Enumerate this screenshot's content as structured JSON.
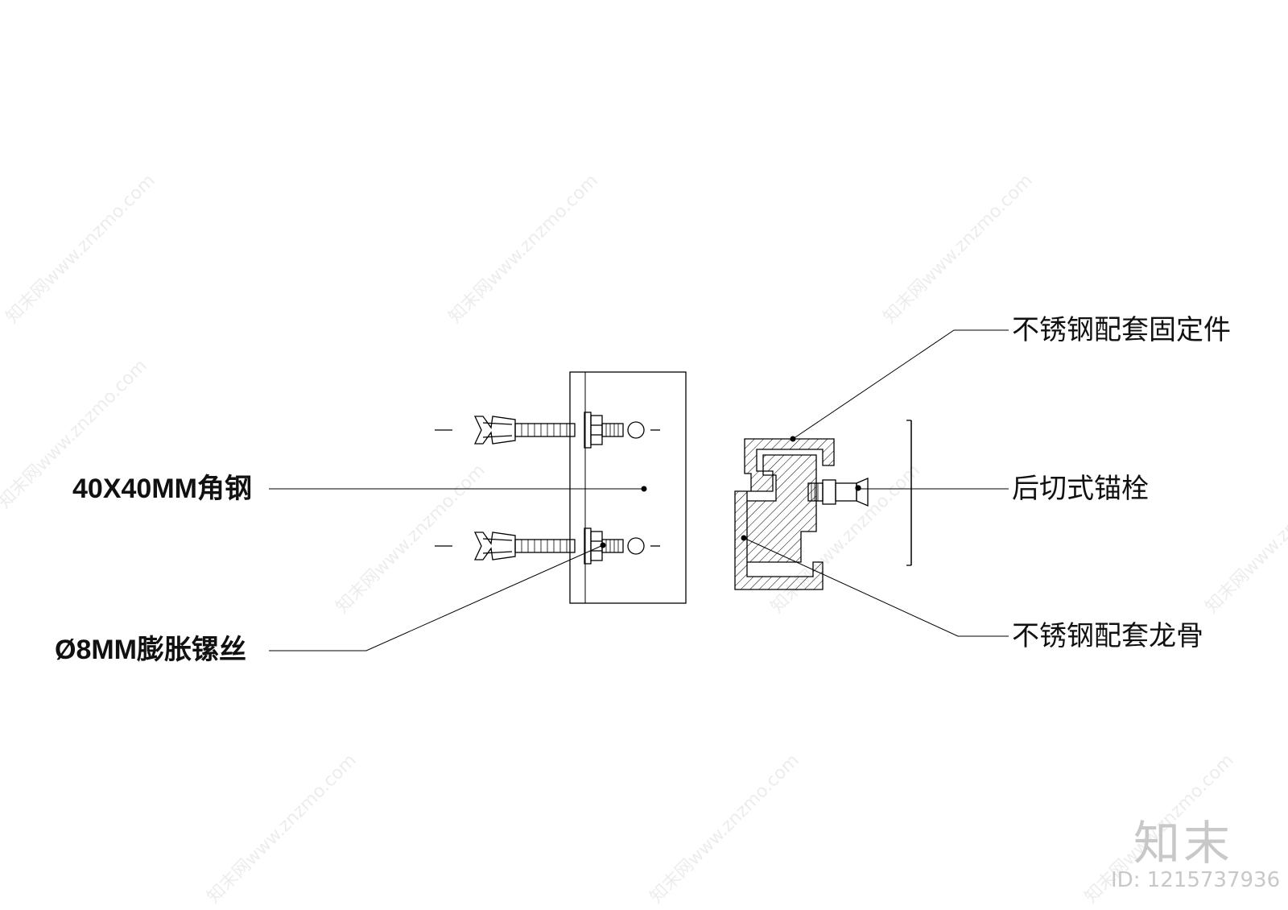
{
  "labels": {
    "angle_steel": "40X40MM角钢",
    "expansion_bolt": "Ø8MM膨胀镙丝",
    "stainless_fixing": "不锈钢配套固定件",
    "back_cut_anchor": "后切式锚栓",
    "stainless_keel": "不锈钢配套龙骨"
  },
  "watermark": {
    "text": "知末网www.znzmo.com",
    "logo": "知末",
    "id": "ID: 1215737936"
  }
}
